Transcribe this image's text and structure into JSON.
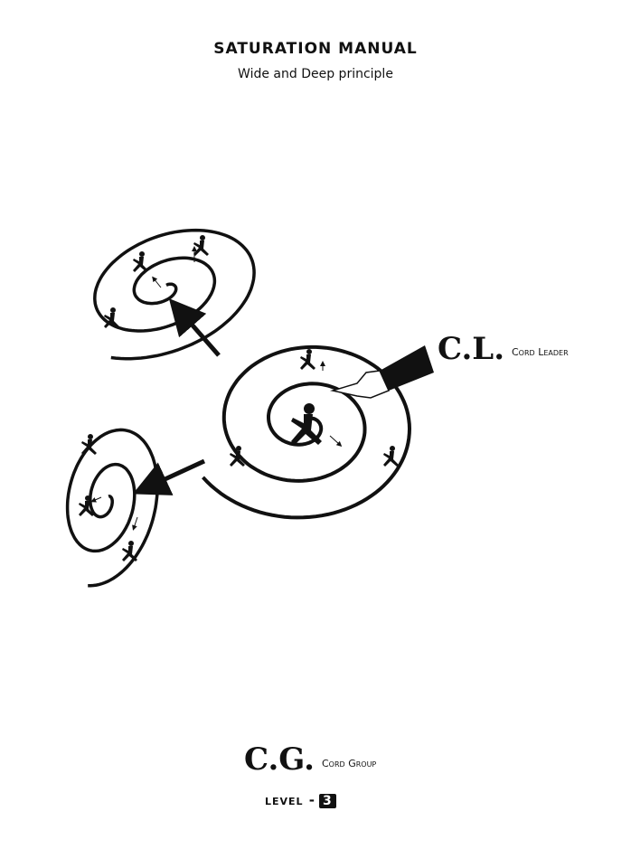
{
  "header": {
    "title": "SATURATION MANUAL",
    "subtitle": "Wide and Deep principle"
  },
  "leader": {
    "abbr": "C.L.",
    "label": "Cord Leader"
  },
  "group": {
    "abbr": "C.G.",
    "label": "Cord Group"
  },
  "level": {
    "label": "level -",
    "number": "3"
  },
  "colors": {
    "ink": "#111111",
    "background": "#ffffff"
  }
}
